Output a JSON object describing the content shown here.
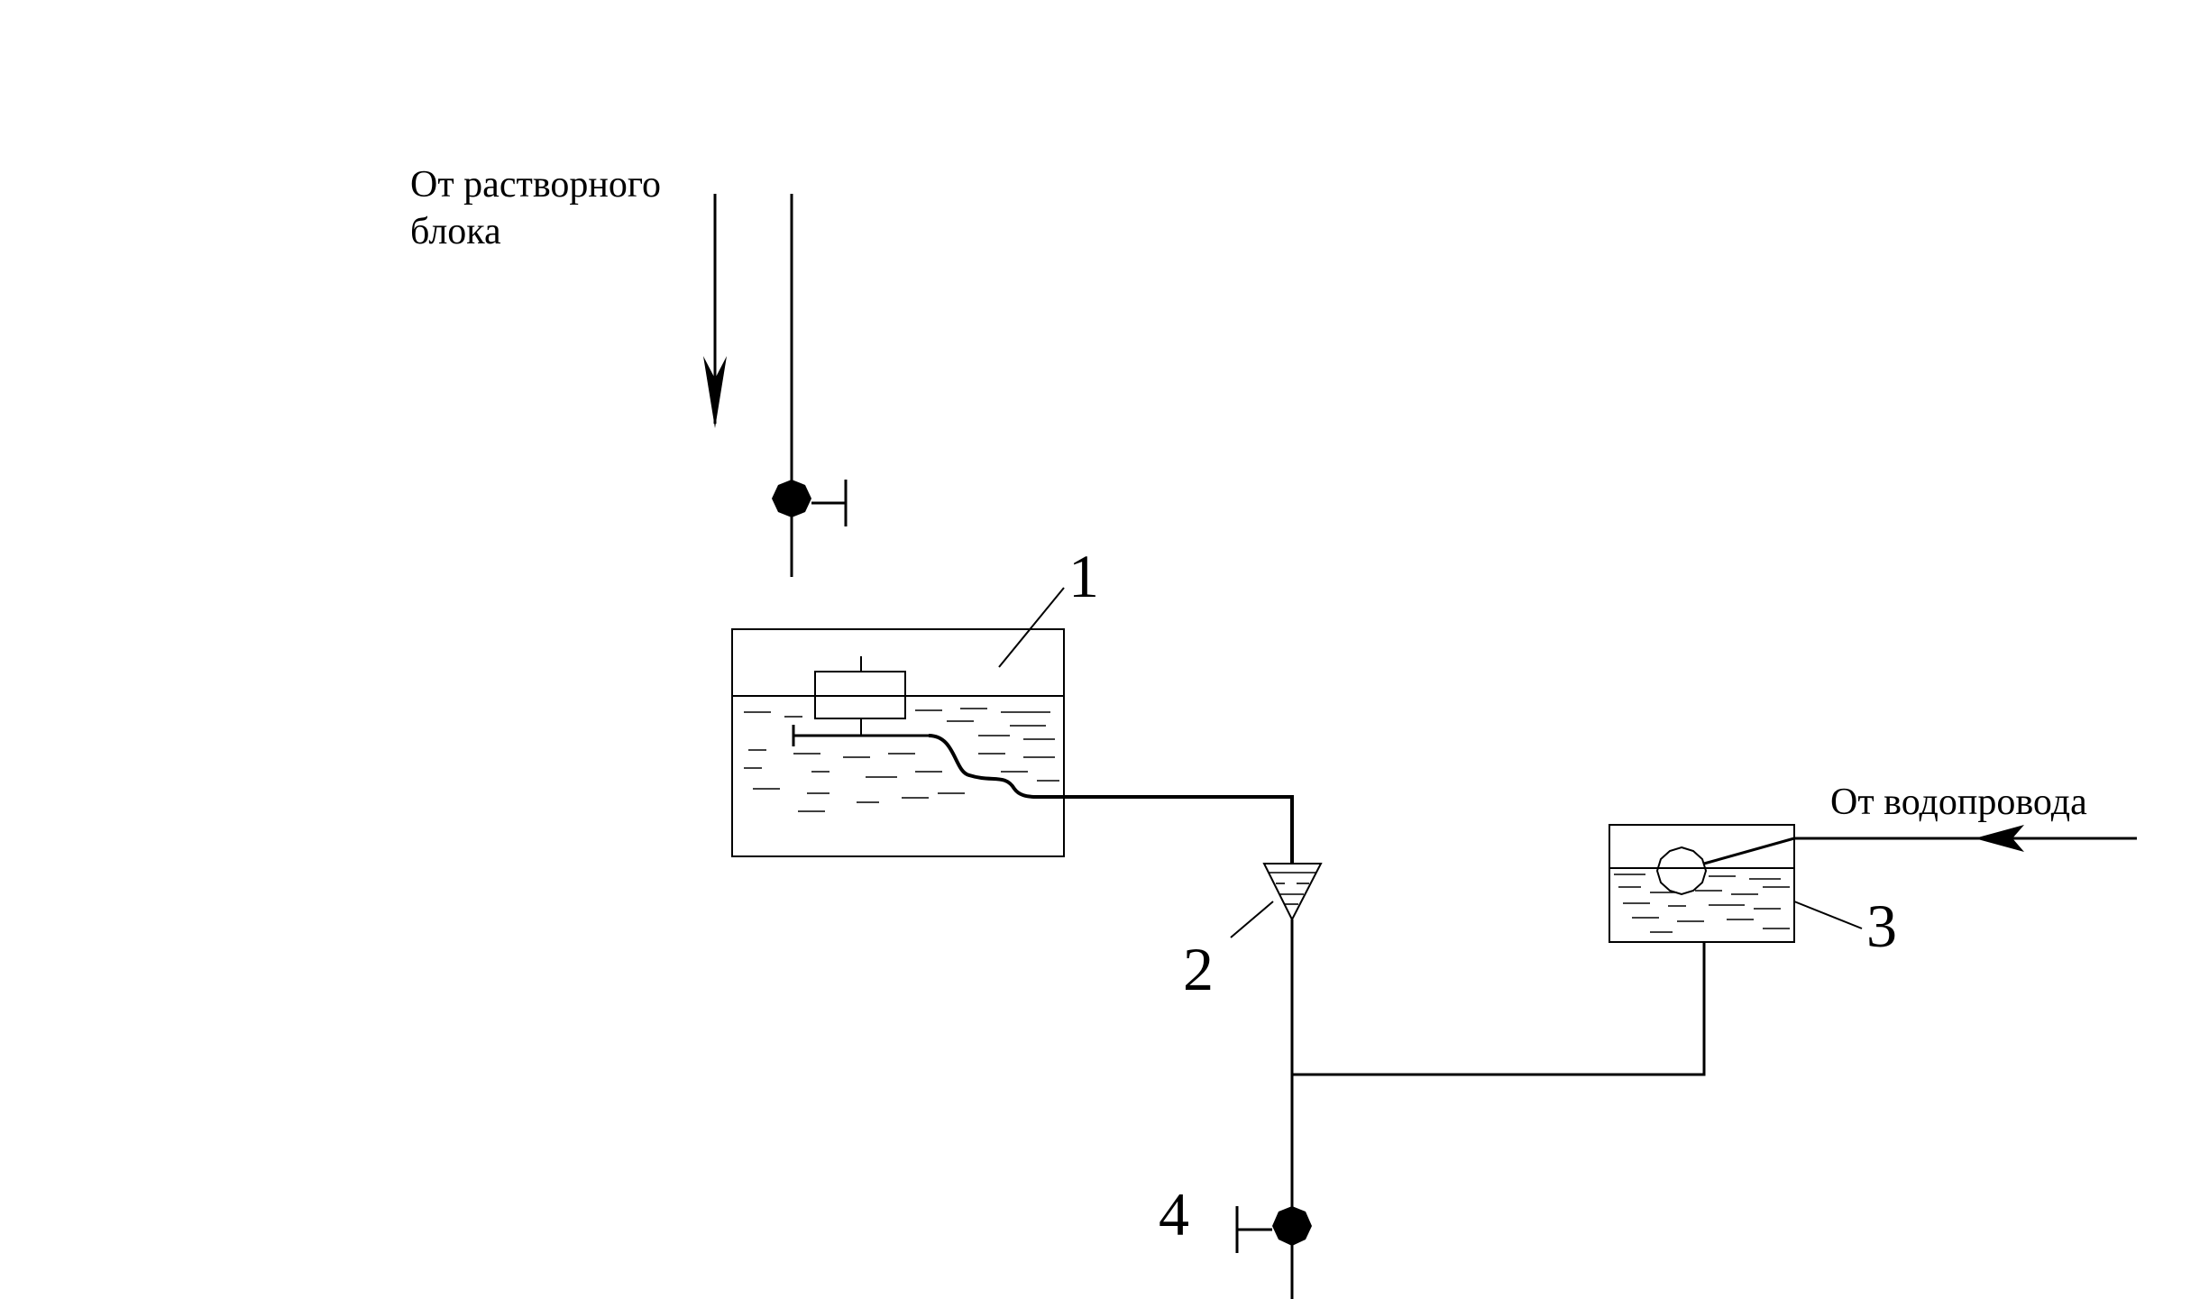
{
  "labels": {
    "from_solution_block": [
      "От растворного",
      "блока"
    ],
    "from_water_supply": "От водопровода"
  },
  "callouts": {
    "tank": "1",
    "funnel": "2",
    "float_tank": "3",
    "valve": "4"
  },
  "colors": {
    "line": "#000000",
    "background": "#ffffff"
  },
  "icons": {
    "valve": "valve-icon",
    "arrow": "arrow-down-icon"
  }
}
